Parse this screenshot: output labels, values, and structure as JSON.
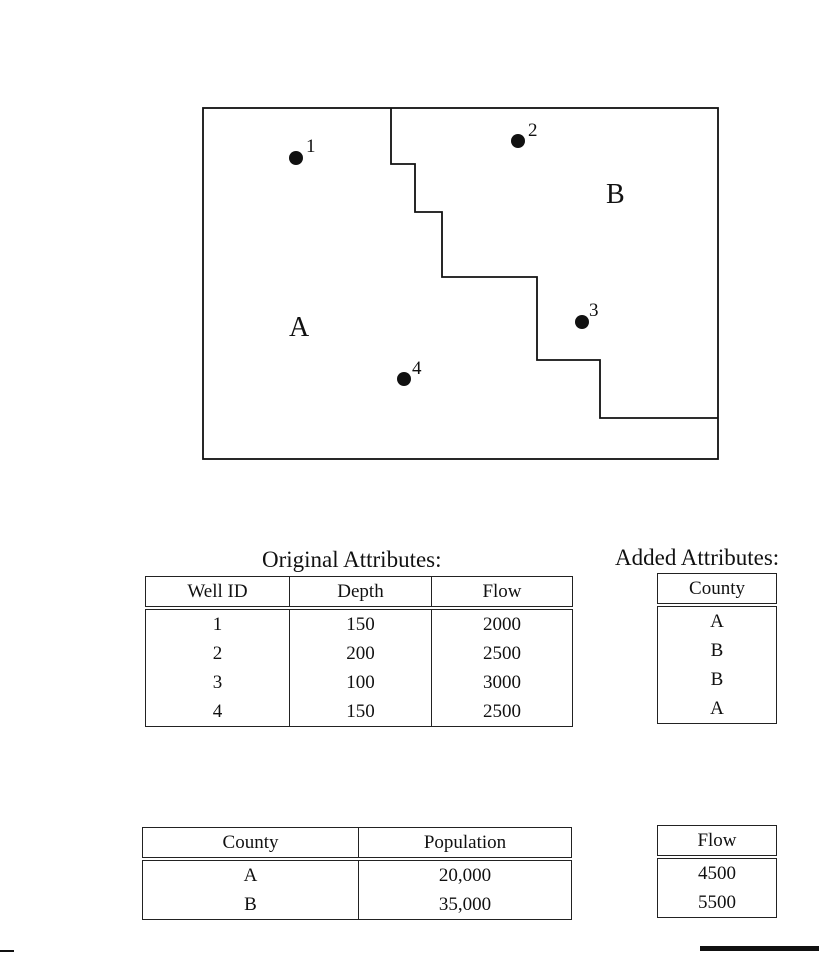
{
  "map": {
    "regions": [
      "A",
      "B"
    ],
    "wells": [
      "1",
      "2",
      "3",
      "4"
    ]
  },
  "original_attributes": {
    "title": "Original  Attributes:",
    "headers": [
      "Well ID",
      "Depth",
      "Flow"
    ],
    "rows": [
      [
        "1",
        "150",
        "2000"
      ],
      [
        "2",
        "200",
        "2500"
      ],
      [
        "3",
        "100",
        "3000"
      ],
      [
        "4",
        "150",
        "2500"
      ]
    ]
  },
  "added_attributes": {
    "title": "Added  Attributes:",
    "header": "County",
    "rows": [
      "A",
      "B",
      "B",
      "A"
    ]
  },
  "county_table": {
    "headers": [
      "County",
      "Population"
    ],
    "rows": [
      [
        "A",
        "20,000"
      ],
      [
        "B",
        "35,000"
      ]
    ]
  },
  "flow_table": {
    "header": "Flow",
    "rows": [
      "4500",
      "5500"
    ]
  }
}
